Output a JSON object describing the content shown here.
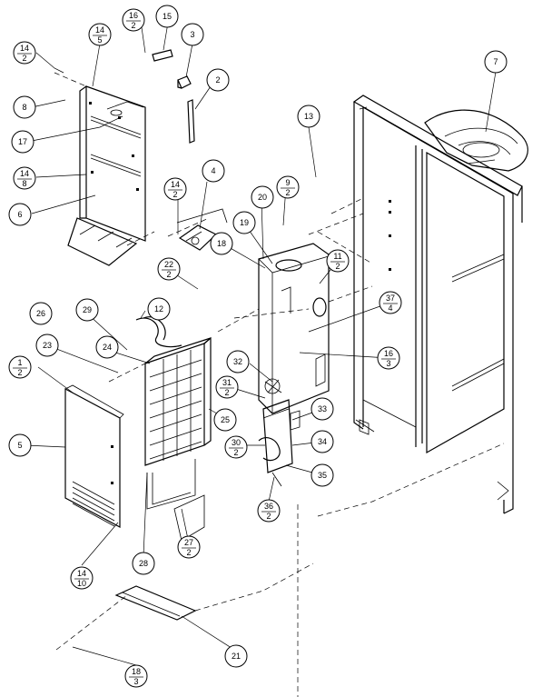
{
  "callouts": [
    {
      "id": "c-14-2-a",
      "top": "14",
      "bottom": "2"
    },
    {
      "id": "c-14-5",
      "top": "14",
      "bottom": "5"
    },
    {
      "id": "c-16-2",
      "top": "16",
      "bottom": "2"
    },
    {
      "id": "c-15",
      "top": "15"
    },
    {
      "id": "c-3",
      "top": "3"
    },
    {
      "id": "c-2",
      "top": "2"
    },
    {
      "id": "c-7",
      "top": "7"
    },
    {
      "id": "c-8",
      "top": "8"
    },
    {
      "id": "c-17",
      "top": "17"
    },
    {
      "id": "c-13",
      "top": "13"
    },
    {
      "id": "c-14-8",
      "top": "14",
      "bottom": "8"
    },
    {
      "id": "c-6",
      "top": "6"
    },
    {
      "id": "c-14-2-b",
      "top": "14",
      "bottom": "2"
    },
    {
      "id": "c-4",
      "top": "4"
    },
    {
      "id": "c-20",
      "top": "20"
    },
    {
      "id": "c-9-2",
      "top": "9",
      "bottom": "2"
    },
    {
      "id": "c-19",
      "top": "19"
    },
    {
      "id": "c-18",
      "top": "18"
    },
    {
      "id": "c-11-2",
      "top": "11",
      "bottom": "2"
    },
    {
      "id": "c-22-2",
      "top": "22",
      "bottom": "2"
    },
    {
      "id": "c-37-4",
      "top": "37",
      "bottom": "4"
    },
    {
      "id": "c-12",
      "top": "12"
    },
    {
      "id": "c-29",
      "top": "29"
    },
    {
      "id": "c-26",
      "top": "26"
    },
    {
      "id": "c-23",
      "top": "23"
    },
    {
      "id": "c-24",
      "top": "24"
    },
    {
      "id": "c-32",
      "top": "32"
    },
    {
      "id": "c-16-3",
      "top": "16",
      "bottom": "3"
    },
    {
      "id": "c-1-2",
      "top": "1",
      "bottom": "2"
    },
    {
      "id": "c-31-2",
      "top": "31",
      "bottom": "2"
    },
    {
      "id": "c-33",
      "top": "33"
    },
    {
      "id": "c-25",
      "top": "25"
    },
    {
      "id": "c-30-2",
      "top": "30",
      "bottom": "2"
    },
    {
      "id": "c-34",
      "top": "34"
    },
    {
      "id": "c-5",
      "top": "5"
    },
    {
      "id": "c-35",
      "top": "35"
    },
    {
      "id": "c-36-2",
      "top": "36",
      "bottom": "2"
    },
    {
      "id": "c-27-2",
      "top": "27",
      "bottom": "2"
    },
    {
      "id": "c-28",
      "top": "28"
    },
    {
      "id": "c-14-10",
      "top": "14",
      "bottom": "10"
    },
    {
      "id": "c-21",
      "top": "21"
    },
    {
      "id": "c-18-3",
      "top": "18",
      "bottom": "3"
    }
  ]
}
